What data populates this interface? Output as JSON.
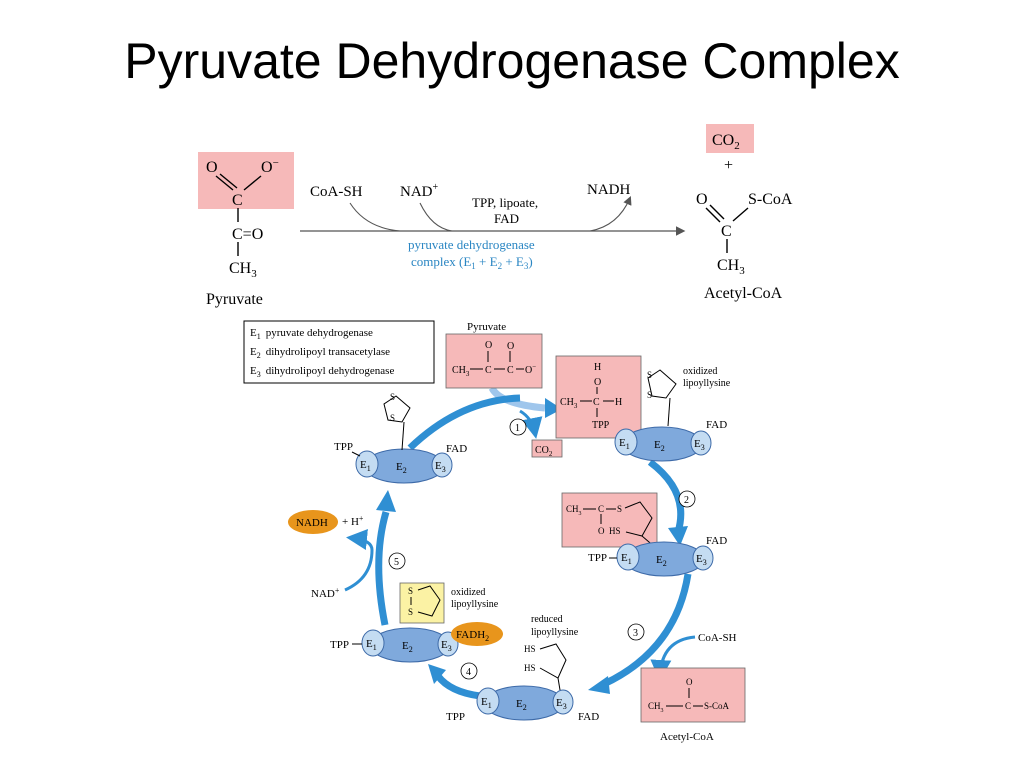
{
  "slide": {
    "title": "Pyruvate Dehydrogenase Complex"
  },
  "colors": {
    "highlight": "#f6b9b9",
    "enzyme_blue": "#7fa9dc",
    "enzyme_light": "#c4dcf2",
    "arrow_blue": "#2f8fd3",
    "nadh_orange": "#e8951c",
    "lipoyl_yellow": "#fbf2a4",
    "cofactor_blue": "#2a86c3"
  },
  "reaction": {
    "substrate_name": "Pyruvate",
    "substrate_atoms": {
      "o_left": "O",
      "o_right": "O",
      "c_top": "C",
      "c_mid": "C=O",
      "ch": "CH",
      "ch_sub": "3"
    },
    "cosubstrate_1": "CoA-SH",
    "cosubstrate_2": "NAD",
    "product_side": "NADH",
    "cofactors_line1": "TPP, lipoate,",
    "cofactors_line2": "FAD",
    "enzyme_line1": "pyruvate dehydrogenase",
    "enzyme_line2_pre": "complex (E",
    "enzyme_line2_a": " + E",
    "enzyme_line2_b": " + E",
    "enzyme_line2_end": ")",
    "co2": "CO",
    "co2_sub": "2",
    "plus": "+",
    "product_name": "Acetyl-CoA",
    "product_atoms": {
      "o": "O",
      "scoa": "S-CoA",
      "c": "C",
      "ch": "CH",
      "ch_sub": "3"
    }
  },
  "legend": {
    "e1": "pyruvate dehydrogenase",
    "e2": "dihydrolipoyl transacetylase",
    "e3": "dihydrolipoyl dehydrogenase"
  },
  "cycle": {
    "pyruvate_label": "Pyruvate",
    "pyr_o_top": "O",
    "pyr_ch3": "CH",
    "pyr_c1": "C",
    "pyr_c2": "C",
    "pyr_o_minus": "O",
    "int1_h": "H",
    "int1_o": "O",
    "int1_ch3": "CH",
    "int1_c": "C",
    "int1_h_right": "H",
    "int1_tpp": "TPP",
    "co2": "CO",
    "co2_sub": "2",
    "lipoyl_oxidized_line1": "oxidized",
    "lipoyl_oxidized_line2": "lipoyllysine",
    "lipoyl_reduced_line1": "reduced",
    "lipoyl_reduced_line2": "lipoyllysine",
    "s": "S",
    "hs": "HS",
    "acetyl_ch3": "CH",
    "acetyl_c": "C",
    "acetyl_s": "S",
    "acetyl_o": "O",
    "acetylcoa_ch3": "CH",
    "acetylcoa_c": "C",
    "acetylcoa_scoa": "S-CoA",
    "acetylcoa_o": "O",
    "acetylcoa_label": "Acetyl-CoA",
    "coash": "CoA-SH",
    "tpp": "TPP",
    "fad": "FAD",
    "fadh2": "FADH",
    "fadh2_sub": "2",
    "nadh": "NADH",
    "h_plus": "+ H",
    "nad_plus": "NAD",
    "plus_sup": "+",
    "minus_sup": "−",
    "steps": [
      "1",
      "2",
      "3",
      "4",
      "5"
    ]
  },
  "enzymes": {
    "e": "E",
    "e1": "1",
    "e2": "2",
    "e3": "3"
  }
}
